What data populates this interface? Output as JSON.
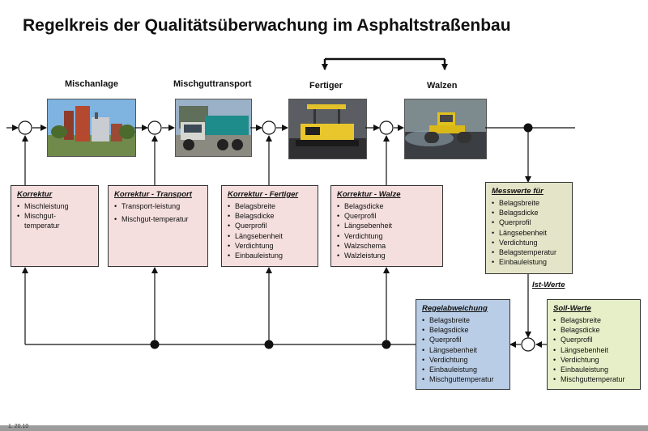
{
  "title": "Regelkreis der Qualitätsüberwachung im Asphaltstraßenbau",
  "stages": {
    "mischanlage": "Mischanlage",
    "mischguttransport": "Mischguttransport",
    "fertiger": "Fertiger",
    "walzen": "Walzen"
  },
  "boxes": {
    "korrektur": {
      "heading": "Korrektur",
      "items": [
        "Mischleistung",
        "Mischgut-temperatur"
      ]
    },
    "korrektur_transport": {
      "heading": "Korrektur - Transport",
      "items": [
        "Transport-leistung",
        "Mischgut-temperatur"
      ]
    },
    "korrektur_fertiger": {
      "heading": "Korrektur - Fertiger",
      "items": [
        "Belagsbreite",
        "Belagsdicke",
        "Querprofil",
        "Längsebenheit",
        "Verdichtung",
        "Einbauleistung"
      ]
    },
    "korrektur_walze": {
      "heading": "Korrektur - Walze",
      "items": [
        "Belagsdicke",
        "Querprofil",
        "Längsebenheit",
        "Verdichtung",
        "Walzschema",
        "Walzleistung"
      ]
    },
    "messwerte": {
      "heading": "Messwerte für",
      "items": [
        "Belagsbreite",
        "Belagsdicke",
        "Querprofil",
        "Längsebenheit",
        "Verdichtung",
        "Belagstemperatur",
        "Einbauleistung"
      ]
    },
    "regelabweichung": {
      "heading": "Regelabweichung",
      "items": [
        "Belagsbreite",
        "Belagsdicke",
        "Querprofil",
        "Längsebenheit",
        "Verdichtung",
        "Einbauleistung",
        "Mischguttemperatur"
      ]
    },
    "sollwerte": {
      "heading": "Soll-Werte",
      "items": [
        "Belagsbreite",
        "Belagsdicke",
        "Querprofil",
        "Längsebenheit",
        "Verdichtung",
        "Einbauleistung",
        "Mischguttemperatur"
      ]
    }
  },
  "ist_werte_label": "Ist-Werte",
  "footer_text": "1. 20.10",
  "colors": {
    "korrektur_bg": "#f5dede",
    "messwerte_bg": "#e4e4c8",
    "regelabweichung_bg": "#b9cde6",
    "sollwerte_bg": "#e6efc8"
  }
}
